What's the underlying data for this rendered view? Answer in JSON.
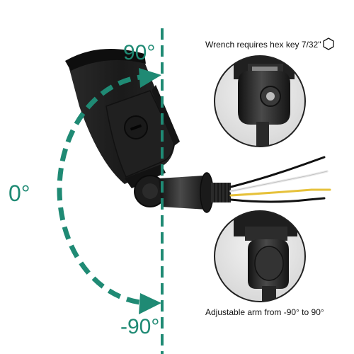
{
  "labels": {
    "angle_top": "90°",
    "angle_middle": "0°",
    "angle_bottom": "-90°"
  },
  "captions": {
    "wrench": "Wrench requires hex key 7/32\"",
    "arm": "Adjustable arm from -90° to 90°"
  },
  "icons": {
    "hex_key": "hexagon-icon"
  },
  "colors": {
    "accent": "#1f8a74",
    "fixture": "#1c1c1c",
    "wire_white": "#e8e8e8",
    "wire_yellow": "#e6c13a",
    "wire_black": "#111111"
  }
}
